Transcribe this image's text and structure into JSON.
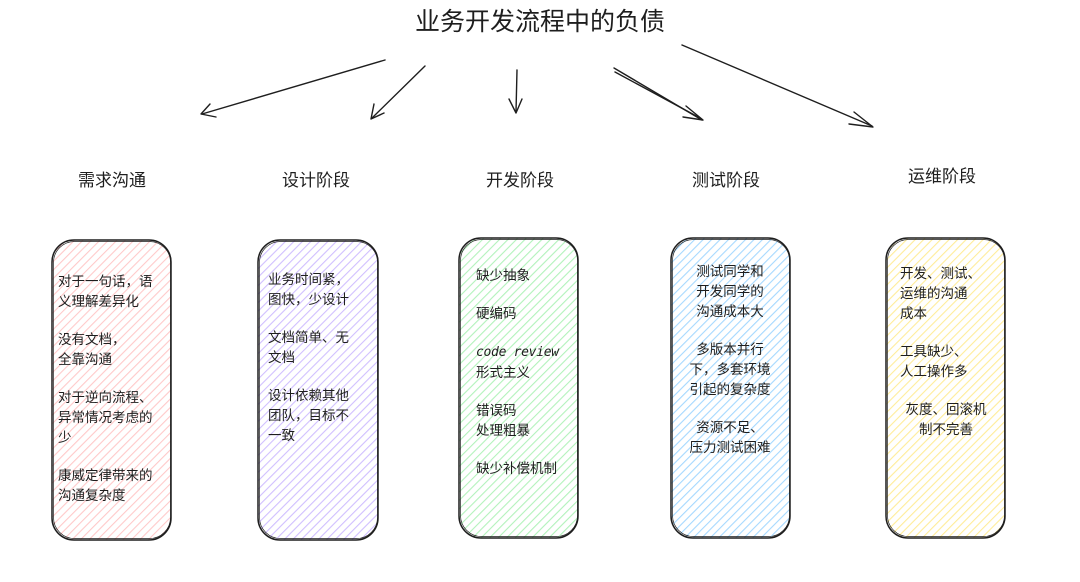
{
  "title": "业务开发流程中的负债",
  "columns": [
    {
      "heading": "需求沟通",
      "color": "#ffc9c9",
      "items": [
        [
          "对于一句话，语",
          "义理解差异化"
        ],
        [
          "没有文档，",
          "全靠沟通"
        ],
        [
          "对于逆向流程、",
          "异常情况考虑的",
          "少"
        ],
        [
          "康威定律带来的",
          "沟通复杂度"
        ]
      ]
    },
    {
      "heading": "设计阶段",
      "color": "#d0bfff",
      "items": [
        [
          "业务时间紧，",
          "图快，少设计"
        ],
        [
          "文档简单、无",
          "文档"
        ],
        [
          "设计依赖其他",
          "团队，目标不",
          "一致"
        ]
      ]
    },
    {
      "heading": "开发阶段",
      "color": "#b2f2bb",
      "items": [
        [
          "缺少抽象"
        ],
        [
          "硬编码"
        ],
        [
          "code review",
          "形式主义"
        ],
        [
          "错误码",
          "处理粗暴"
        ],
        [
          "缺少补偿机制"
        ]
      ]
    },
    {
      "heading": "测试阶段",
      "color": "#a5d8ff",
      "items": [
        [
          "测试同学和",
          "开发同学的",
          "沟通成本大"
        ],
        [
          "多版本并行",
          "下，多套环境",
          "引起的复杂度"
        ],
        [
          "资源不足、",
          "压力测试困难"
        ]
      ]
    },
    {
      "heading": "运维阶段",
      "color": "#ffec99",
      "items": [
        [
          "开发、测试、",
          "运维的沟通",
          "成本"
        ],
        [
          "工具缺少、",
          "人工操作多"
        ],
        [
          "灰度、回滚机",
          "制不完善"
        ]
      ]
    }
  ]
}
